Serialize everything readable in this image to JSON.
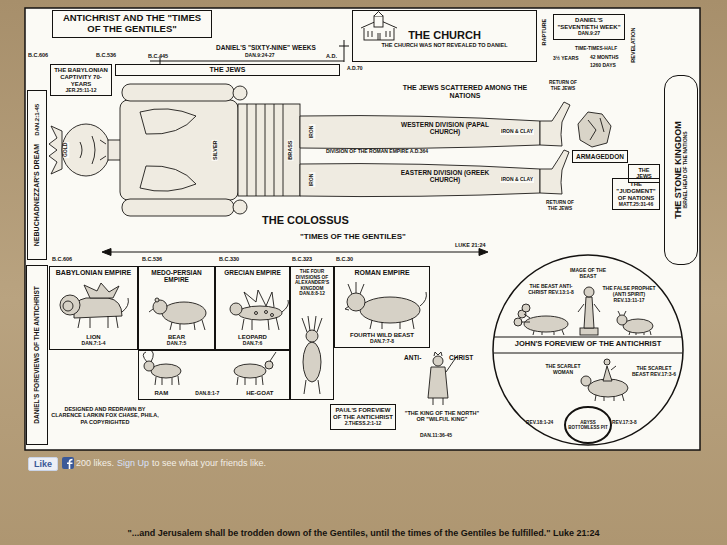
{
  "diagram": {
    "title": "ANTICHRIST AND THE \"TIMES OF THE GENTILES\"",
    "caption": "\"...and Jerusalem shall be trodden down of the Gentiles, until the times of the Gentiles be fulfilled.\" Luke 21:24",
    "nodes": [
      {
        "text": [
          "THE BABYLONIAN CAPTIVITY 70-YEARS",
          "JER.25:11-12"
        ]
      },
      {
        "text": [
          "THE JEWS"
        ]
      },
      {
        "text": [
          "THE CHURCH",
          "THE CHURCH WAS NOT REVEALED TO DANIEL"
        ]
      },
      {
        "text": [
          "DANIEL'S \"SEVENTIETH WEEK\"",
          "DAN.9:27"
        ]
      },
      {
        "text": [
          "NEBUCHADNEZZAR'S DREAM",
          "DAN.2:1-45"
        ]
      },
      {
        "text": [
          "ARMAGEDDON"
        ]
      },
      {
        "text": [
          "THE JEWS"
        ]
      },
      {
        "text": [
          "THE \"JUDGMENT\" OF NATIONS",
          "MATT.25:31-46"
        ]
      },
      {
        "text": [
          "THE STONE KINGDOM",
          "ISRAEL HEAD OF THE NATIONS"
        ]
      },
      {
        "text": [
          "DANIEL'S FOREVIEWS OF THE ANTICHRIST"
        ]
      },
      {
        "text": [
          "BABYLONIAN EMPIRE",
          "LION",
          "DAN.7:1-4"
        ]
      },
      {
        "text": [
          "MEDO-PERSIAN EMPIRE",
          "BEAR",
          "DAN.7:5"
        ]
      },
      {
        "text": [
          "GRECIAN EMPIRE",
          "LEOPARD",
          "DAN.7:6"
        ]
      },
      {
        "text": [
          "THE FOUR DIVISIONS OF ALEXANDER'S KINGDOM",
          "DAN.8:8-12"
        ]
      },
      {
        "text": [
          "ROMAN EMPIRE",
          "FOURTH WILD BEAST",
          "DAN.7:7-8"
        ]
      },
      {
        "text": [
          "RAM",
          "DAN.8:1-7",
          "HE-GOAT"
        ]
      },
      {
        "text": [
          "PAUL'S FOREVIEW OF THE ANTICHRIST",
          "2.THESS.2:1-12"
        ]
      },
      {
        "text": [
          "JOHN'S FOREVIEW OF THE ANTICHRIST",
          "IMAGE OF THE BEAST",
          "THE BEAST ANTI-CHRIST REV.13:1-8",
          "THE FALSE PROPHET (ANTI SPIRIT) REV.13:11-17",
          "THE SCARLET WOMAN",
          "THE SCARLET BEAST REV.17:3-6"
        ]
      },
      {
        "text": [
          "ABYSS BOTTOMLESS PIT"
        ],
        "in": 17
      },
      {
        "text": [
          "Like"
        ]
      }
    ],
    "labels": [
      "B.C.606",
      "B.C.536",
      "B.C.445",
      "DANIEL'S \"SIXTY-NINE\" WEEKS",
      "DAN.9:24-27",
      "A.D.",
      "A.D.70",
      "RAPTURE",
      "REVELATION",
      "TIME-TIMES-HALF",
      "3½ YEARS",
      "42 MONTHS",
      "1260 DAYS",
      "GOLD",
      "SILVER",
      "BRASS",
      "IRON",
      "IRON",
      "IRON & CLAY",
      "IRON & CLAY",
      "DIVISION OF THE ROMAN EMPIRE A.D.364",
      "THE JEWS SCATTERED AMONG THE NATIONS",
      "RETURN OF THE JEWS",
      "RETURN OF THE JEWS",
      "WESTERN DIVISION (PAPAL CHURCH)",
      "EASTERN DIVISION (GREEK CHURCH)",
      "THE COLOSSUS",
      "\"TIMES OF THE GENTILES\"",
      "LUKE 21:24",
      "B.C.606",
      "B.C.536",
      "B.C.330",
      "B.C.323",
      "B.C.30",
      "ANTI-",
      "CHRIST",
      "\"THE KING OF THE NORTH\" OR \"WILFUL KING\"",
      "DAN.11:36-45",
      "DESIGNED AND REDRAWN BY CLARENCE LARKIN FOX CHASE, PHILA, PA COPYRIGHTED",
      "REV.18:1-24",
      "REV.17:3-8",
      "200 likes.",
      "Sign Up",
      "to see what your friends like."
    ]
  }
}
